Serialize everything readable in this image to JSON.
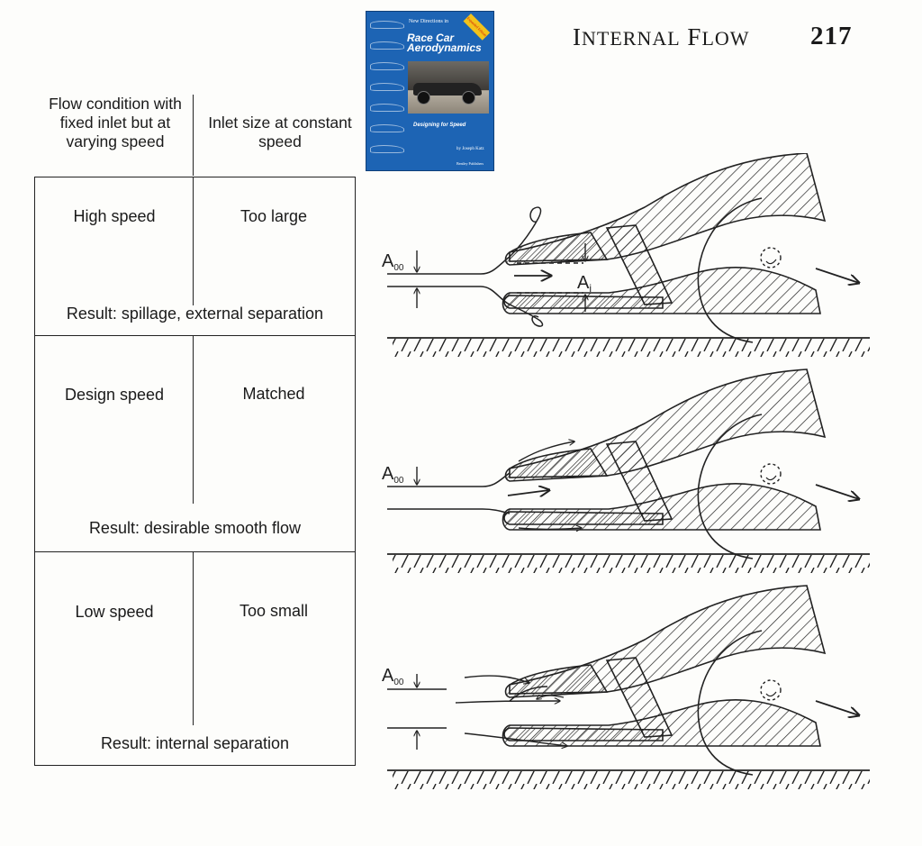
{
  "header": {
    "running_title_cap1": "I",
    "running_title_rest1": "NTERNAL",
    "running_title_cap2": "F",
    "running_title_rest2": "LOW",
    "page_number": "217"
  },
  "book_cover": {
    "series": "New Directions in",
    "title_line1": "Race Car",
    "title_line2": "Aerodynamics",
    "subtitle": "Designing for Speed",
    "author": "by Joseph Katz",
    "publisher": "Bentley Publishers",
    "badge": "Expanded Edition",
    "colors": {
      "background": "#1d64b4",
      "badge": "#f2c21b"
    }
  },
  "table": {
    "column_headers": {
      "condition": "Flow condition with fixed inlet but at varying speed",
      "inlet": "Inlet size at constant speed"
    },
    "rows": [
      {
        "condition": "High speed",
        "inlet": "Too large",
        "result": "Result: spillage, external separation"
      },
      {
        "condition": "Design speed",
        "inlet": "Matched",
        "result": "Result: desirable smooth flow"
      },
      {
        "condition": "Low speed",
        "inlet": "Too small",
        "result": "Result: internal separation"
      }
    ]
  },
  "figure": {
    "capture_area_label_main": "A",
    "capture_area_label_sub": "00",
    "inlet_area_label_main": "A",
    "inlet_area_label_sub": "i"
  }
}
